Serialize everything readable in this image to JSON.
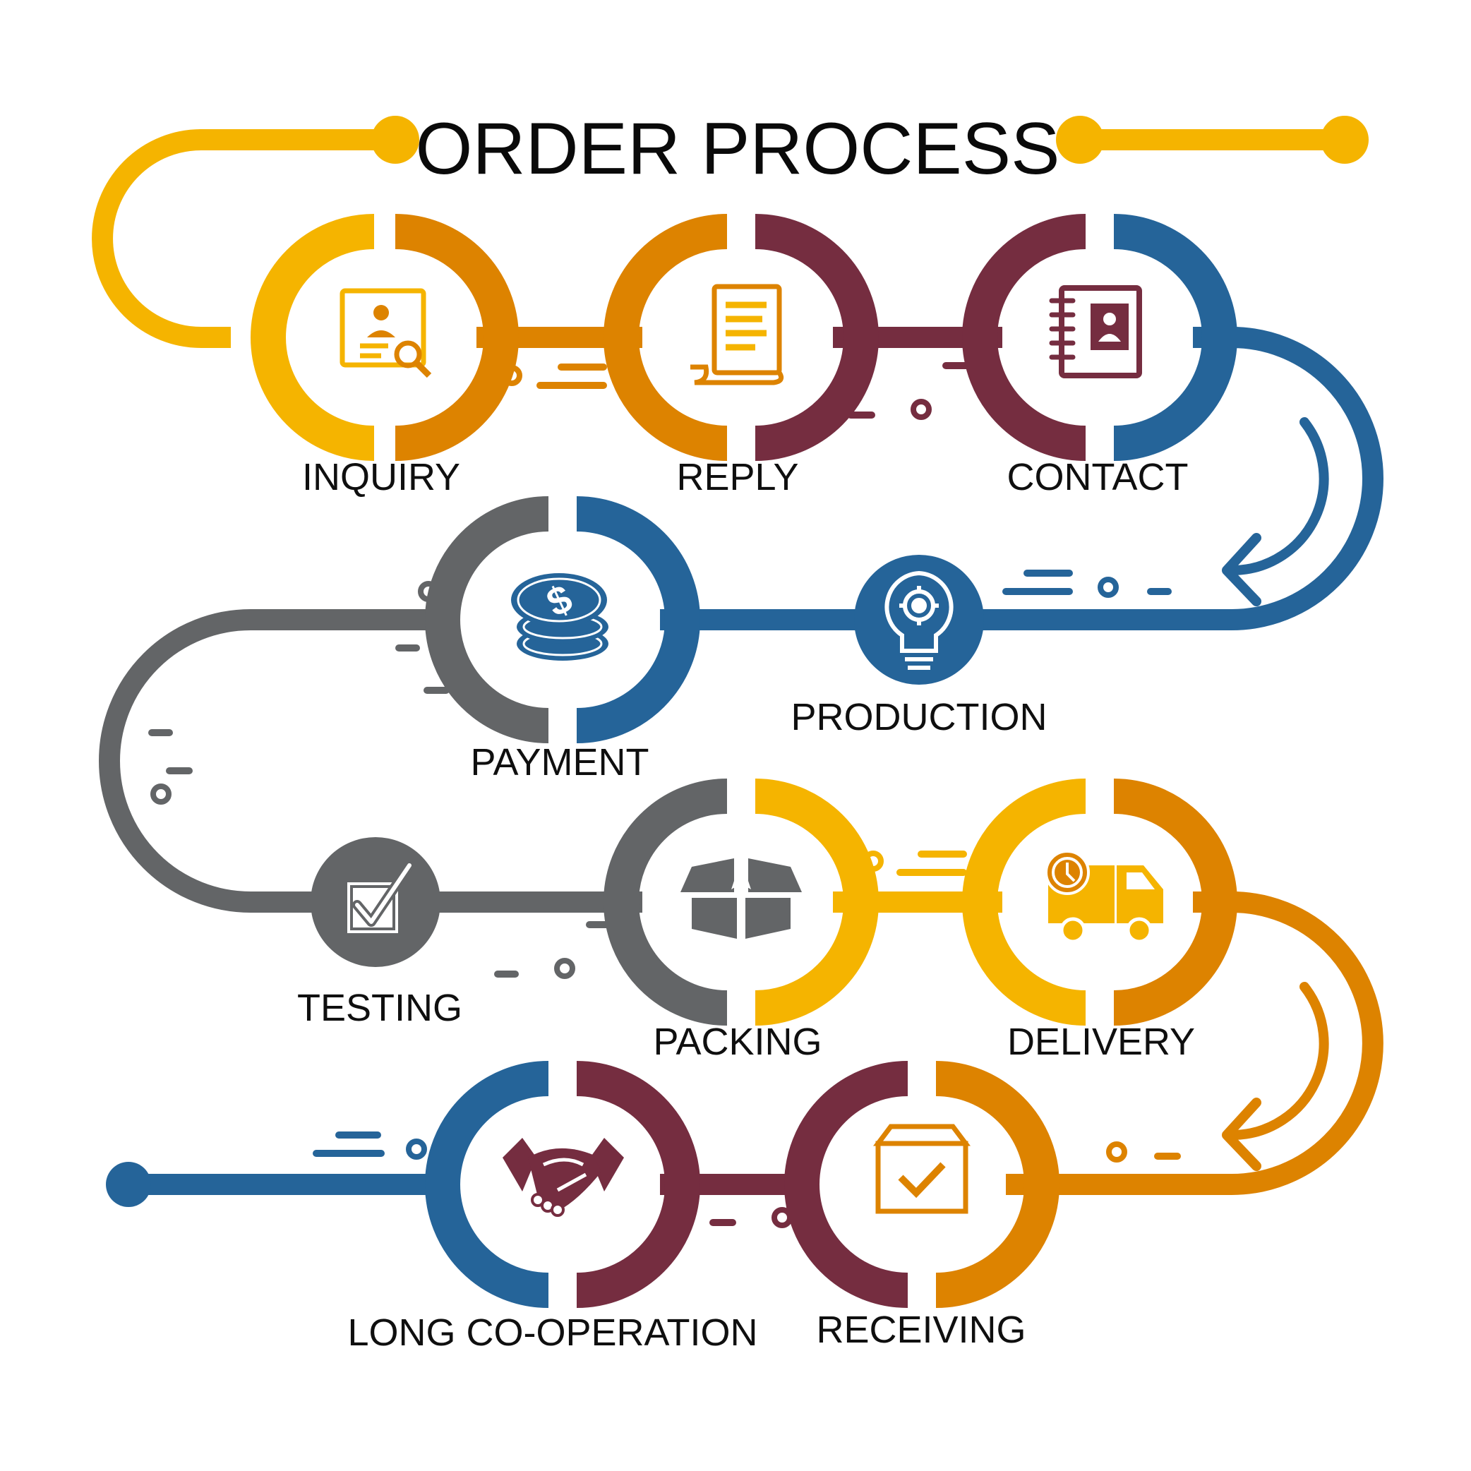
{
  "title": "ORDER PROCESS",
  "colors": {
    "yellow": "#f5b400",
    "orange": "#dd8300",
    "maroon": "#752d40",
    "blue": "#256499",
    "gray": "#636567",
    "text": "#0f0f0f",
    "background": "#ffffff"
  },
  "steps": [
    {
      "label": "INQUIRY",
      "icon": "inquiry-search-icon",
      "ring_colors": [
        "yellow",
        "orange"
      ]
    },
    {
      "label": "REPLY",
      "icon": "document-icon",
      "ring_colors": [
        "orange",
        "maroon"
      ]
    },
    {
      "label": "CONTACT",
      "icon": "contact-book-icon",
      "ring_colors": [
        "maroon",
        "blue"
      ]
    },
    {
      "label": "PRODUCTION",
      "icon": "lightbulb-gear-icon",
      "ring_colors": [
        "blue"
      ]
    },
    {
      "label": "PAYMENT",
      "icon": "coins-icon",
      "ring_colors": [
        "gray",
        "blue"
      ]
    },
    {
      "label": "TESTING",
      "icon": "checkbox-icon",
      "ring_colors": [
        "gray"
      ]
    },
    {
      "label": "PACKING",
      "icon": "open-box-icon",
      "ring_colors": [
        "gray",
        "yellow"
      ]
    },
    {
      "label": "DELIVERY",
      "icon": "delivery-truck-icon",
      "ring_colors": [
        "yellow",
        "orange"
      ]
    },
    {
      "label": "RECEIVING",
      "icon": "received-box-icon",
      "ring_colors": [
        "maroon",
        "orange"
      ]
    },
    {
      "label": "LONG CO-OPERATION",
      "icon": "handshake-icon",
      "ring_colors": [
        "blue",
        "maroon"
      ]
    }
  ]
}
